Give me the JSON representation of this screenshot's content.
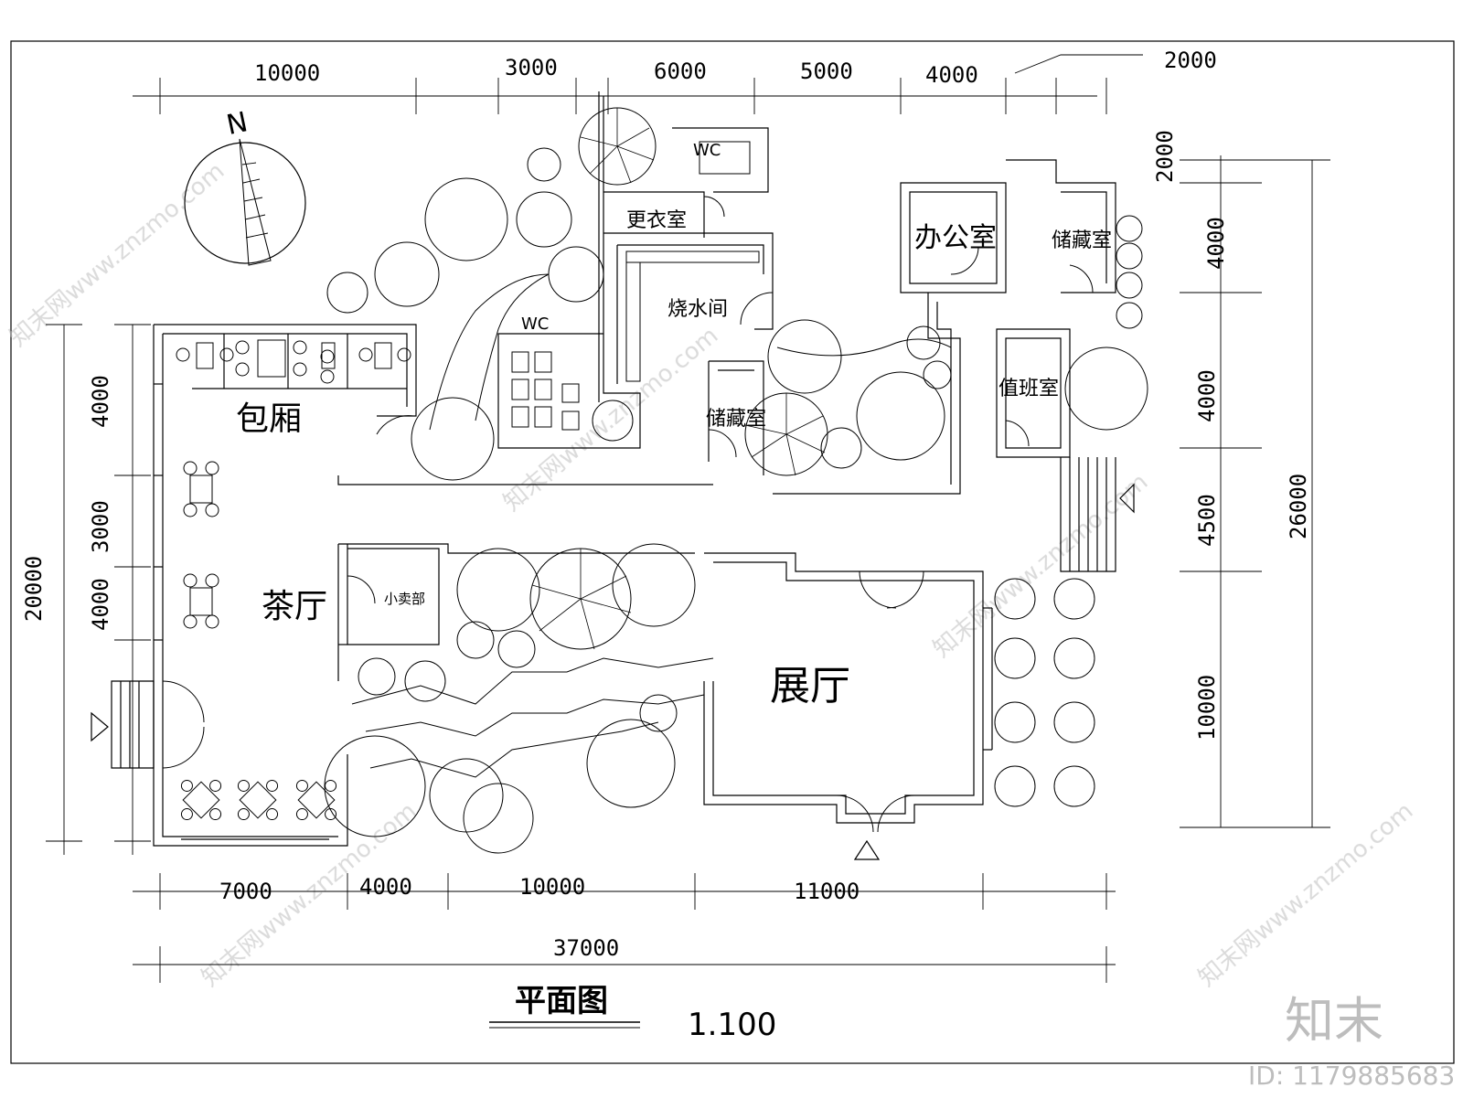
{
  "rooms": {
    "baoxiang": "包厢",
    "chating": "茶厅",
    "xiaomaibu": "小卖部",
    "zhanting": "展厅",
    "gengyishi": "更衣室",
    "shaoshuijian": "烧水间",
    "chucangshi_a": "储藏室",
    "chucangshi_b": "储藏室",
    "bangongshi": "办公室",
    "zhibanshi": "值班室",
    "wc_top": "WC",
    "wc_mid": "WC"
  },
  "dimensions": {
    "top": [
      "10000",
      "3000",
      "6000",
      "5000",
      "4000",
      "2000"
    ],
    "bottom": [
      "7000",
      "4000",
      "10000",
      "11000"
    ],
    "total_width": "37000",
    "left_segments": [
      "4000",
      "3000",
      "4000"
    ],
    "left_total": "20000",
    "right_segments": [
      "2000",
      "4000",
      "4000",
      "4500",
      "10000"
    ],
    "right_total": "26000"
  },
  "title": {
    "name": "平面图",
    "scale": "1.100"
  },
  "north": "N",
  "watermark": {
    "logo": "知末",
    "id": "ID: 1179885683",
    "text": "知末网www.znzmo.com"
  }
}
